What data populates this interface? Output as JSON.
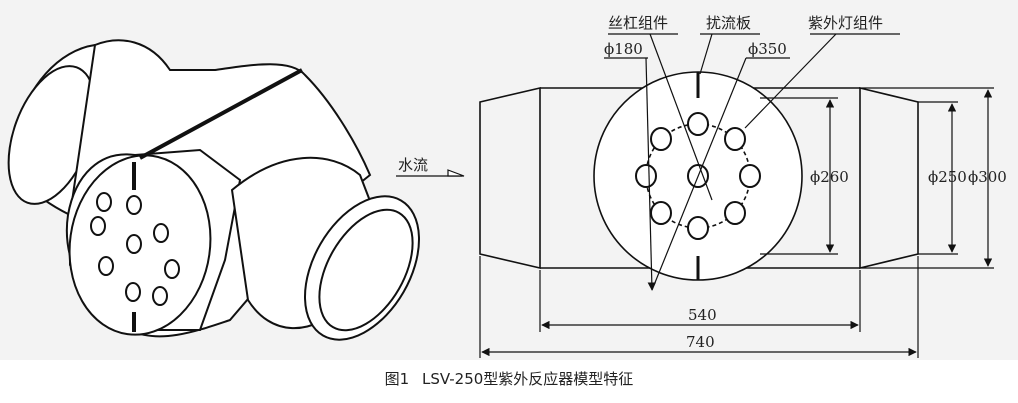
{
  "labels": {
    "silk_bar_assembly": "丝杠组件",
    "baffle": "扰流板",
    "uv_lamp_assembly": "紫外灯组件",
    "water_flow": "水流"
  },
  "dimensions": {
    "d180": "ϕ180",
    "d350": "ϕ350",
    "d260": "ϕ260",
    "d250": "ϕ250",
    "d300": "ϕ300",
    "len540": "540",
    "len740": "740"
  },
  "caption": {
    "figure_no": "图1",
    "title": "LSV-250型紫外反应器模型特征"
  }
}
